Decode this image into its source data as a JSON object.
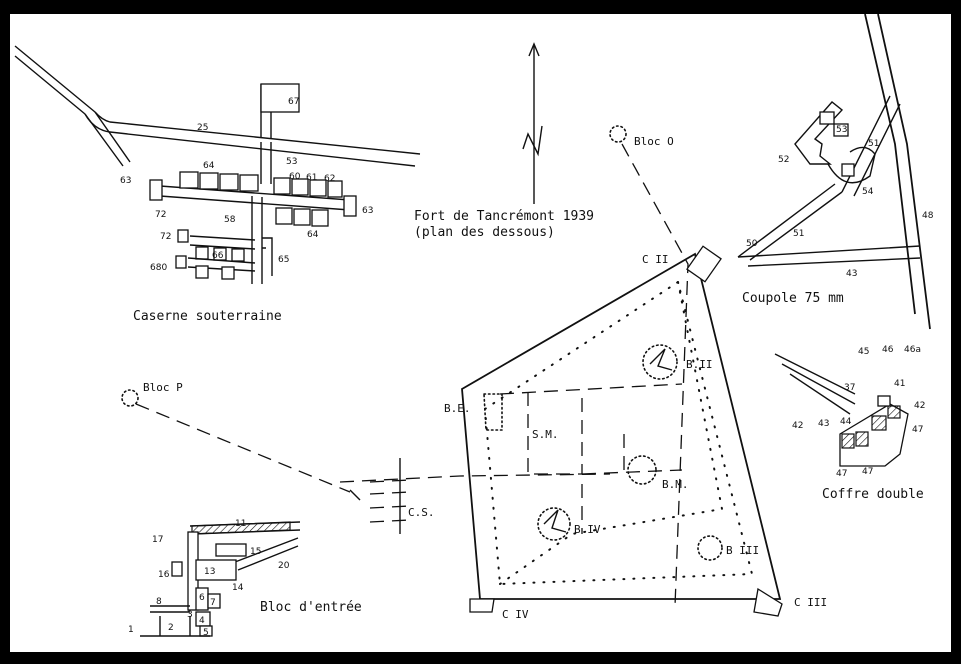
{
  "title": {
    "line1": "Fort de Tancrémont 1939",
    "line2": "(plan des dessous)"
  },
  "labels": {
    "caserne": "Caserne souterraine",
    "coupole": "Coupole 75 mm",
    "coffre": "Coffre double",
    "bloc_entree": "Bloc d'entrée",
    "bloc_o": "Bloc O",
    "bloc_p": "Bloc P",
    "c1": "C II",
    "c3": "C III",
    "c4": "C IV",
    "b2": "B.II",
    "b3": "B III",
    "b4": "B IV",
    "be": "B.E.",
    "sm": "S.M.",
    "bm": "B.M.",
    "cs": "C.S."
  },
  "caserne_numbers": {
    "n67": "67",
    "n25": "25",
    "n63a": "63",
    "n64a": "64",
    "n53": "53",
    "n60": "60",
    "n61": "61",
    "n62": "62",
    "n72": "72",
    "n58": "58",
    "n63b": "63",
    "n64b": "64",
    "n72b": "72",
    "n66": "66",
    "n65": "65",
    "n680": "680"
  },
  "coupole_numbers": {
    "n53": "53",
    "n52": "52",
    "n51a": "51",
    "n54": "54",
    "n51b": "51",
    "n50": "50",
    "n48": "48",
    "n43": "43"
  },
  "coffre_numbers": {
    "n45": "45",
    "n46": "46",
    "n46a": "46a",
    "n37": "37",
    "n41": "41",
    "n42a": "42",
    "n42b": "42",
    "n43": "43",
    "n44": "44",
    "n47a": "47",
    "n47b": "47",
    "n47c": "47"
  },
  "entree_numbers": {
    "n11": "11",
    "n17": "17",
    "n15": "15",
    "n16": "16",
    "n13": "13",
    "n20": "20",
    "n14": "14",
    "n8": "8",
    "n6": "6",
    "n7": "7",
    "n3": "3",
    "n4": "4",
    "n5": "5",
    "n2": "2",
    "n1": "1"
  },
  "colors": {
    "ink": "#111111",
    "paper": "#ffffff",
    "border": "#000000"
  }
}
